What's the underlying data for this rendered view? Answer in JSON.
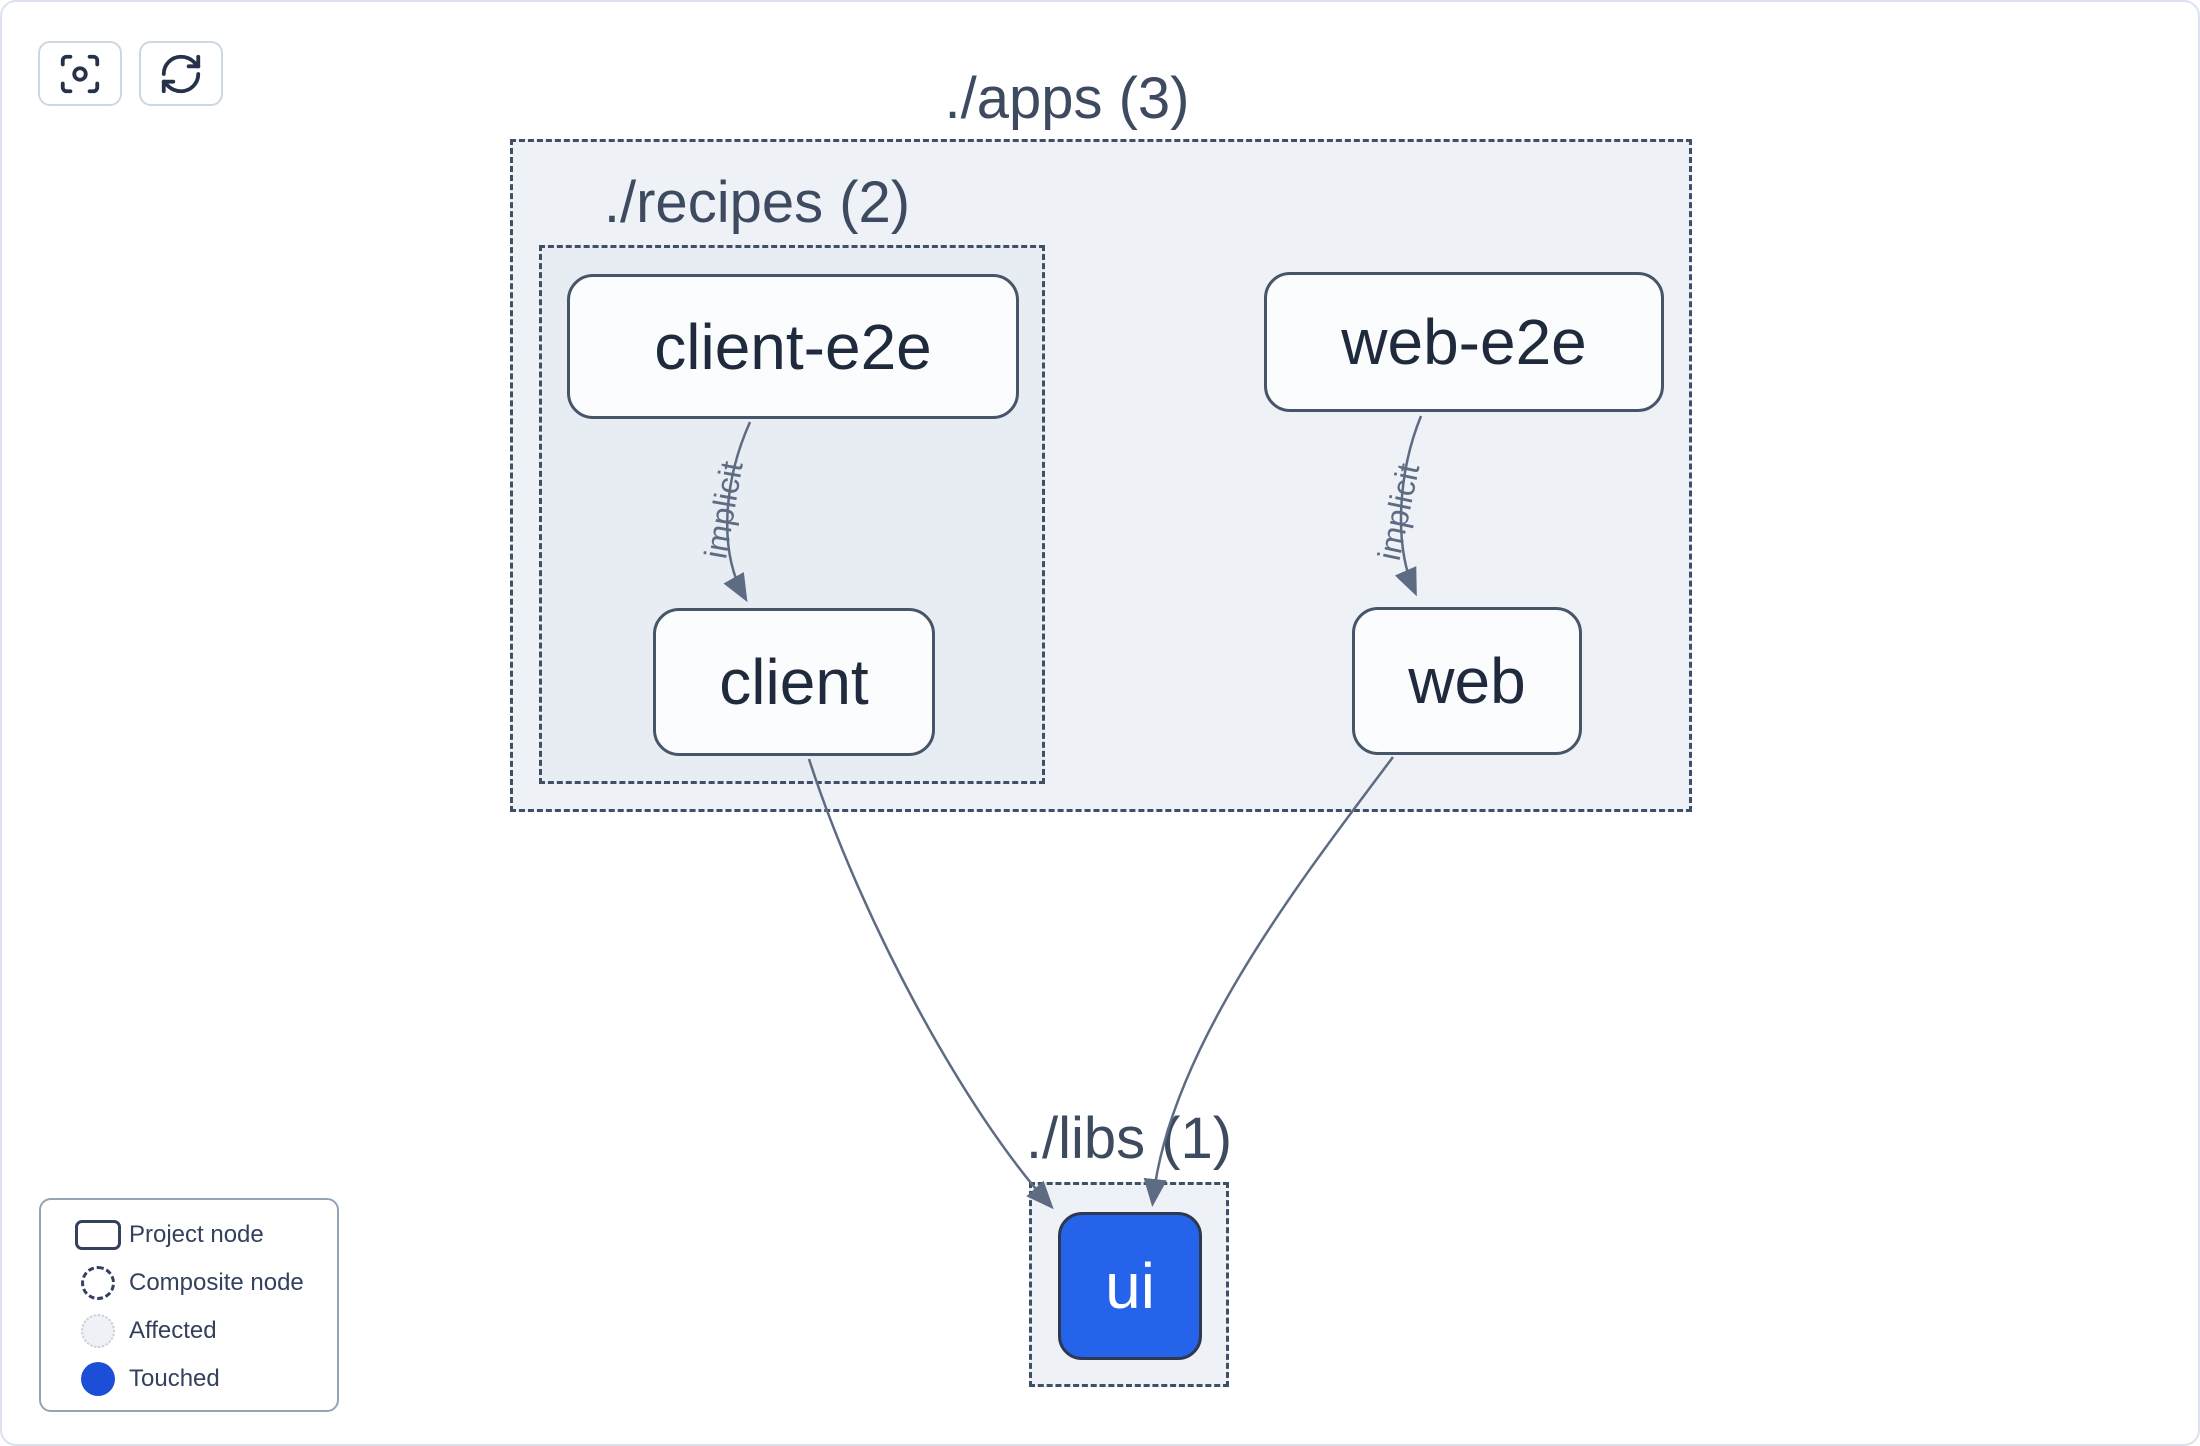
{
  "toolbar": {
    "focus_button": {
      "icon": "focus-icon"
    },
    "refresh_button": {
      "icon": "refresh-icon"
    }
  },
  "graph": {
    "groups": {
      "apps": {
        "label": "./apps (3)"
      },
      "recipes": {
        "label": "./recipes (2)"
      },
      "libs": {
        "label": "./libs (1)"
      }
    },
    "nodes": {
      "client_e2e": {
        "label": "client-e2e",
        "state": "normal"
      },
      "web_e2e": {
        "label": "web-e2e",
        "state": "normal"
      },
      "client": {
        "label": "client",
        "state": "normal"
      },
      "web": {
        "label": "web",
        "state": "normal"
      },
      "ui": {
        "label": "ui",
        "state": "touched"
      }
    },
    "edges": {
      "client_e2e_to_client": {
        "label": "implicit"
      },
      "web_e2e_to_web": {
        "label": "implicit"
      },
      "client_to_ui": {
        "label": ""
      },
      "web_to_ui": {
        "label": ""
      }
    }
  },
  "legend": {
    "items": [
      {
        "label": "Project node"
      },
      {
        "label": "Composite node"
      },
      {
        "label": "Affected"
      },
      {
        "label": "Touched"
      }
    ]
  },
  "colors": {
    "touched_node": "#2563eb",
    "legend_touched": "#1d4ed8",
    "edge": "#5d6b83",
    "node_border": "#475569",
    "composite_border": "#404f66",
    "composite_fill": "#eef1f6"
  }
}
